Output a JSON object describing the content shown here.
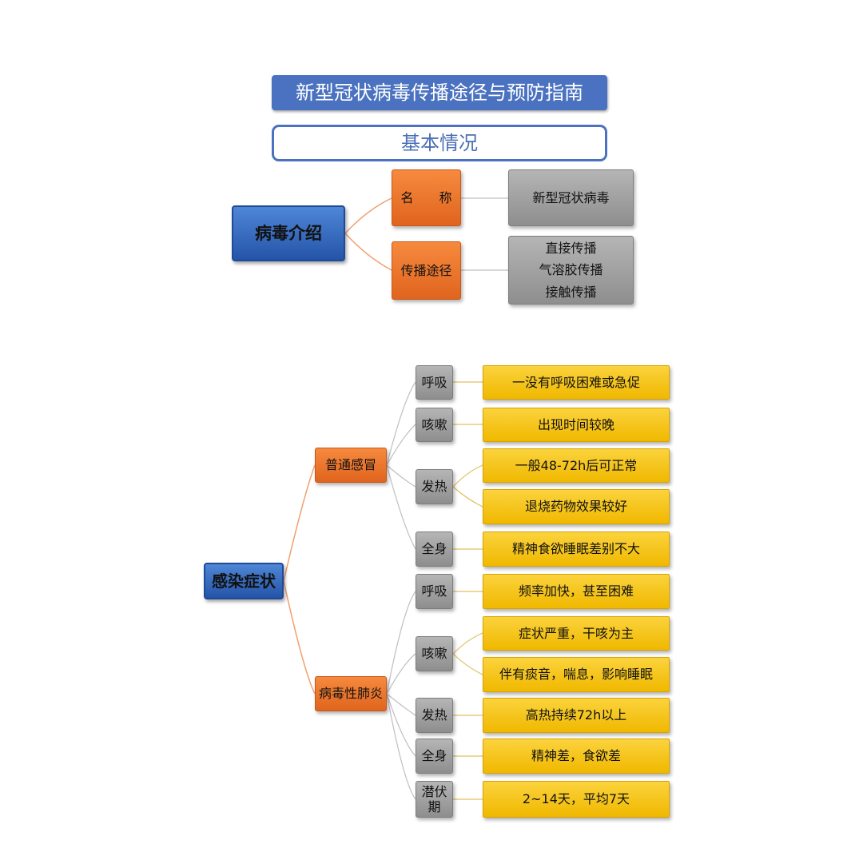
{
  "title": "新型冠状病毒传播途径与预防指南",
  "subtitle": "基本情况",
  "virus_intro": {
    "root": "病毒介绍",
    "name_label": "名　　称",
    "name_value": "新型冠状病毒",
    "route_label": "传播途径",
    "routes": [
      "直接传播",
      "气溶胶传播",
      "接触传播"
    ]
  },
  "symptoms": {
    "root": "感染症状",
    "cold": {
      "label": "普通感冒",
      "breath": {
        "label": "呼吸",
        "value": "一没有呼吸困难或急促"
      },
      "cough": {
        "label": "咳嗽",
        "value": "出现时间较晚"
      },
      "fever": {
        "label": "发热",
        "values": [
          "一般48-72h后可正常",
          "退烧药物效果较好"
        ]
      },
      "body": {
        "label": "全身",
        "value": "精神食欲睡眠差别不大"
      }
    },
    "pneumonia": {
      "label": "病毒性肺炎",
      "breath": {
        "label": "呼吸",
        "value": "频率加快，甚至困难"
      },
      "cough": {
        "label": "咳嗽",
        "values": [
          "症状严重，干咳为主",
          "伴有痰音，喘息，影响睡眠"
        ]
      },
      "fever": {
        "label": "发热",
        "value": "高热持续72h以上"
      },
      "body": {
        "label": "全身",
        "value": "精神差，食欲差"
      },
      "incubation": {
        "label_line1": "潜伏",
        "label_line2": "期",
        "value": "2~14天，平均7天"
      }
    }
  }
}
